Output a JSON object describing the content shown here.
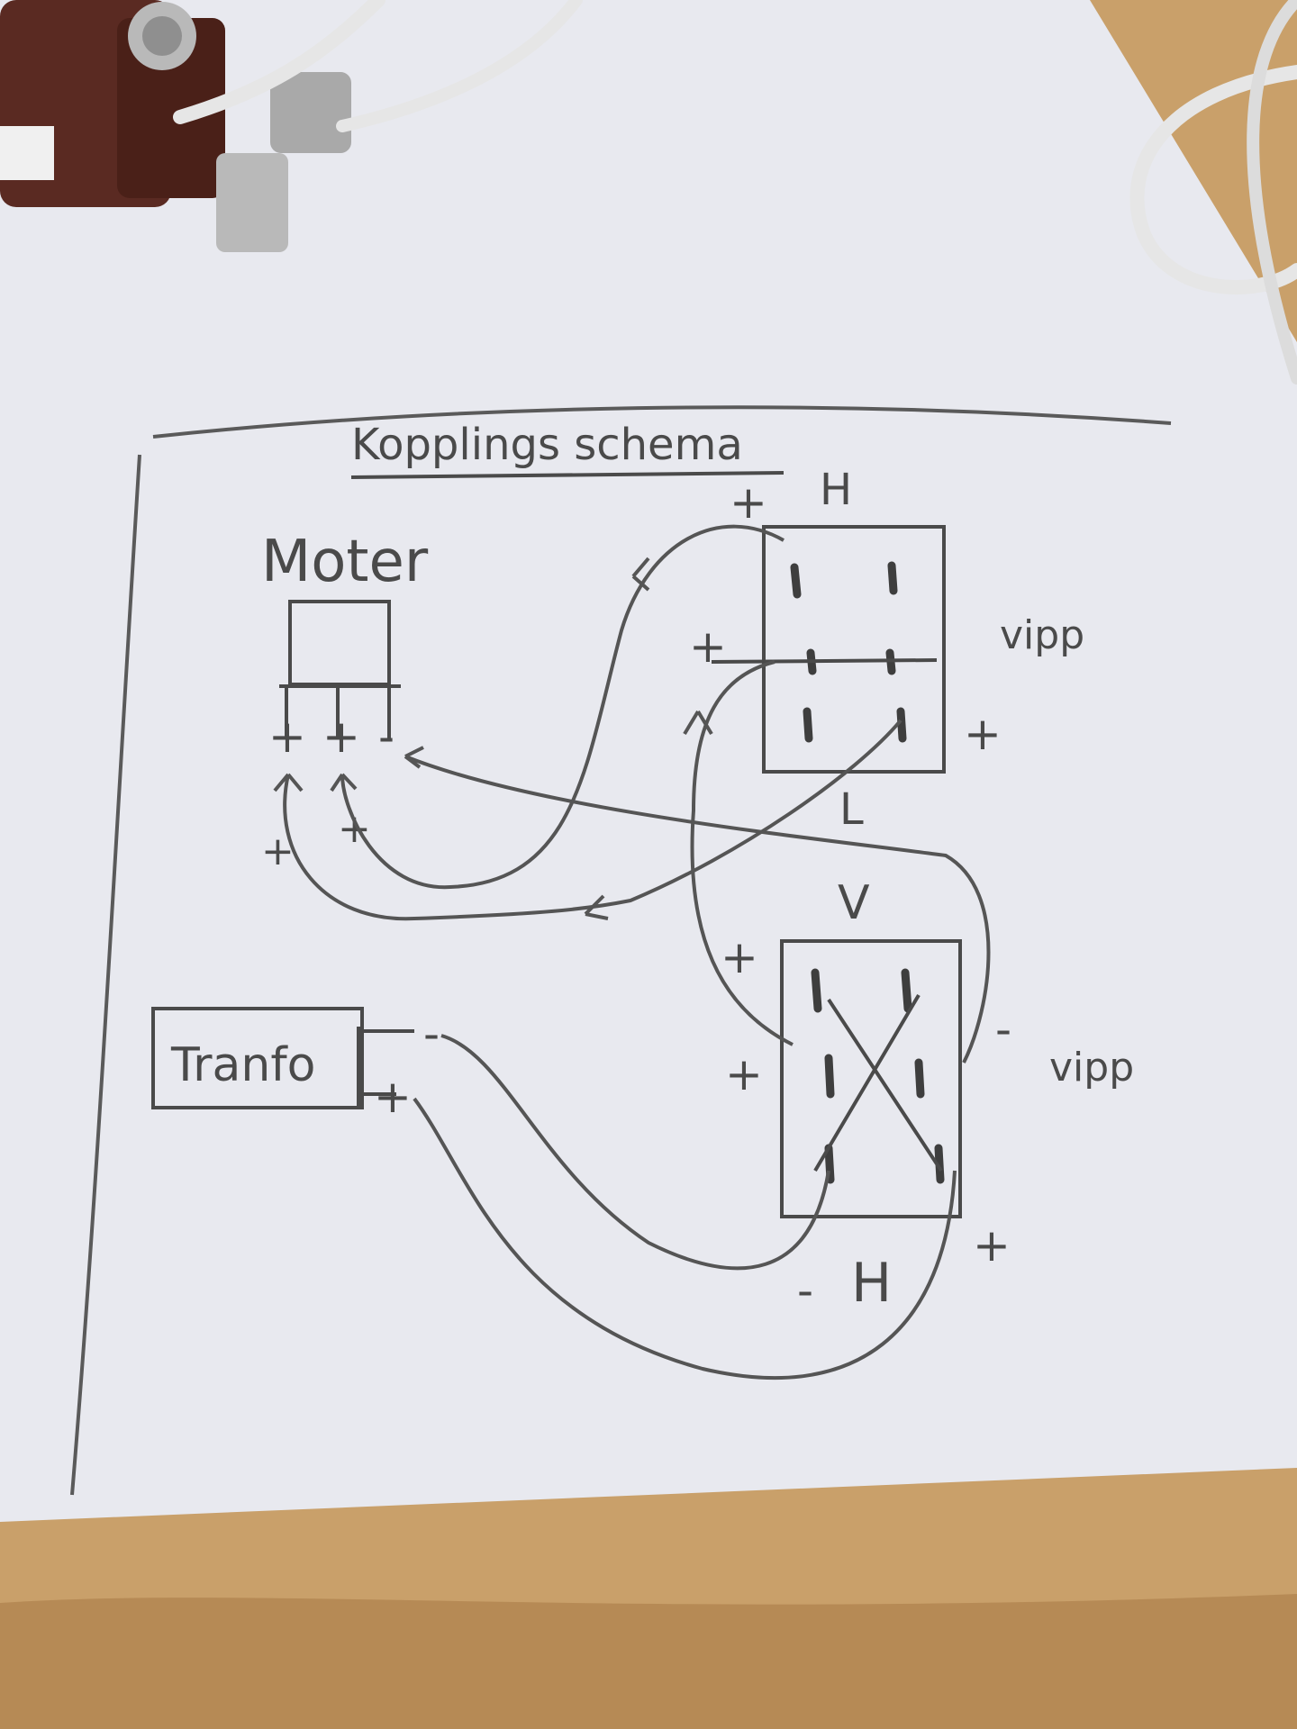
{
  "diagram": {
    "title": "Kopplings schema",
    "motor": {
      "label": "Moter",
      "terminals": [
        "+",
        "+",
        "-"
      ],
      "lower_marks": [
        "+",
        "+"
      ]
    },
    "switch_top": {
      "top_label": "H",
      "bottom_label": "L",
      "side_label": "vipp",
      "marks": [
        "+",
        "+",
        "+"
      ]
    },
    "switch_bottom": {
      "top_label": "V",
      "bottom_label": "H",
      "side_label": "vipp",
      "marks": [
        "+",
        "+",
        "-",
        "-",
        "+"
      ]
    },
    "transformer": {
      "label": "Tranfo",
      "terminals": [
        "-",
        "+"
      ]
    }
  },
  "colors": {
    "paper": "#e8e9ef",
    "pencil": "#4a4a4a",
    "desk": "#c9a06a",
    "switch_body": "#5a2a22",
    "metal": "#b9b9b9",
    "cable": "#e6e6e6"
  }
}
